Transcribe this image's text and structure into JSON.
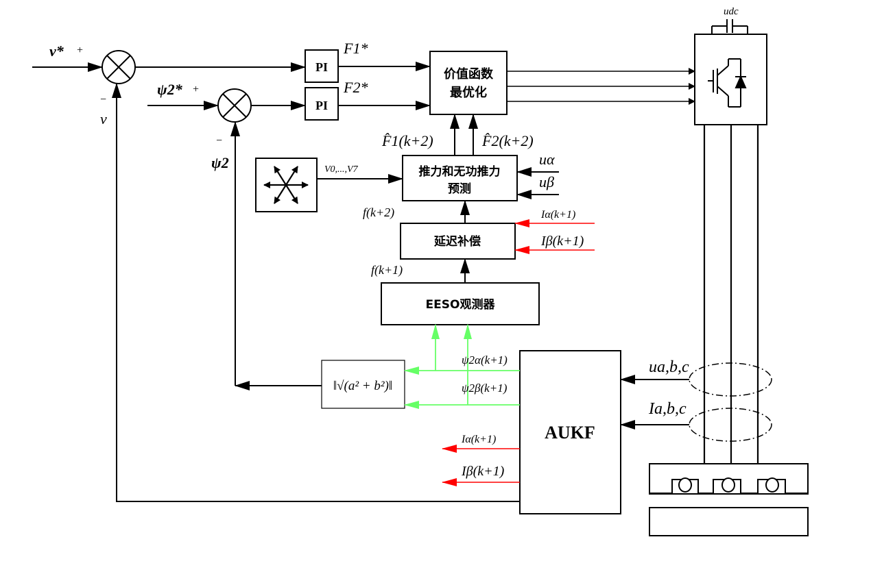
{
  "inputs": {
    "v_ref": "v*",
    "v_ref_sign": "+",
    "v_fb_sign": "−",
    "v_fb": "v",
    "psi_ref": "ψ2*",
    "psi_ref_sign": "+",
    "psi_fb_sign": "−",
    "psi_fb": "ψ2"
  },
  "blocks": {
    "pi1": "PI",
    "pi2": "PI",
    "cost_line1": "价值函数",
    "cost_line2": "最优化",
    "predict_line1": "推力和无功推力",
    "predict_line2": "预测",
    "delay": "延迟补偿",
    "eeso": "EESO观测器",
    "aukf": "AUKF",
    "magnitude": "‖√(a² + b²)‖"
  },
  "signals": {
    "F1_ref": "F1*",
    "F2_ref": "F2*",
    "F1_hat": "F̂1(k+2)",
    "F2_hat": "F̂2(k+2)",
    "u_alpha": "uα",
    "u_beta": "uβ",
    "vectors": "V0,...,V7",
    "f_k2": "f(k+2)",
    "f_k1": "f(k+1)",
    "Ia_k1_top": "Iα(k+1)",
    "Ib_k1_top": "Iβ(k+1)",
    "psi2a": "ψ2α(k+1)",
    "psi2b": "ψ2β(k+1)",
    "Ia_k1_bot": "Iα(k+1)",
    "Ib_k1_bot": "Iβ(k+1)",
    "u_abc": "ua,b,c",
    "I_abc": "Ia,b,c",
    "u_dc": "udc"
  },
  "colors": {
    "line": "#000000",
    "current_arrow": "#ff0000",
    "flux_arrow": "#66ff66"
  }
}
